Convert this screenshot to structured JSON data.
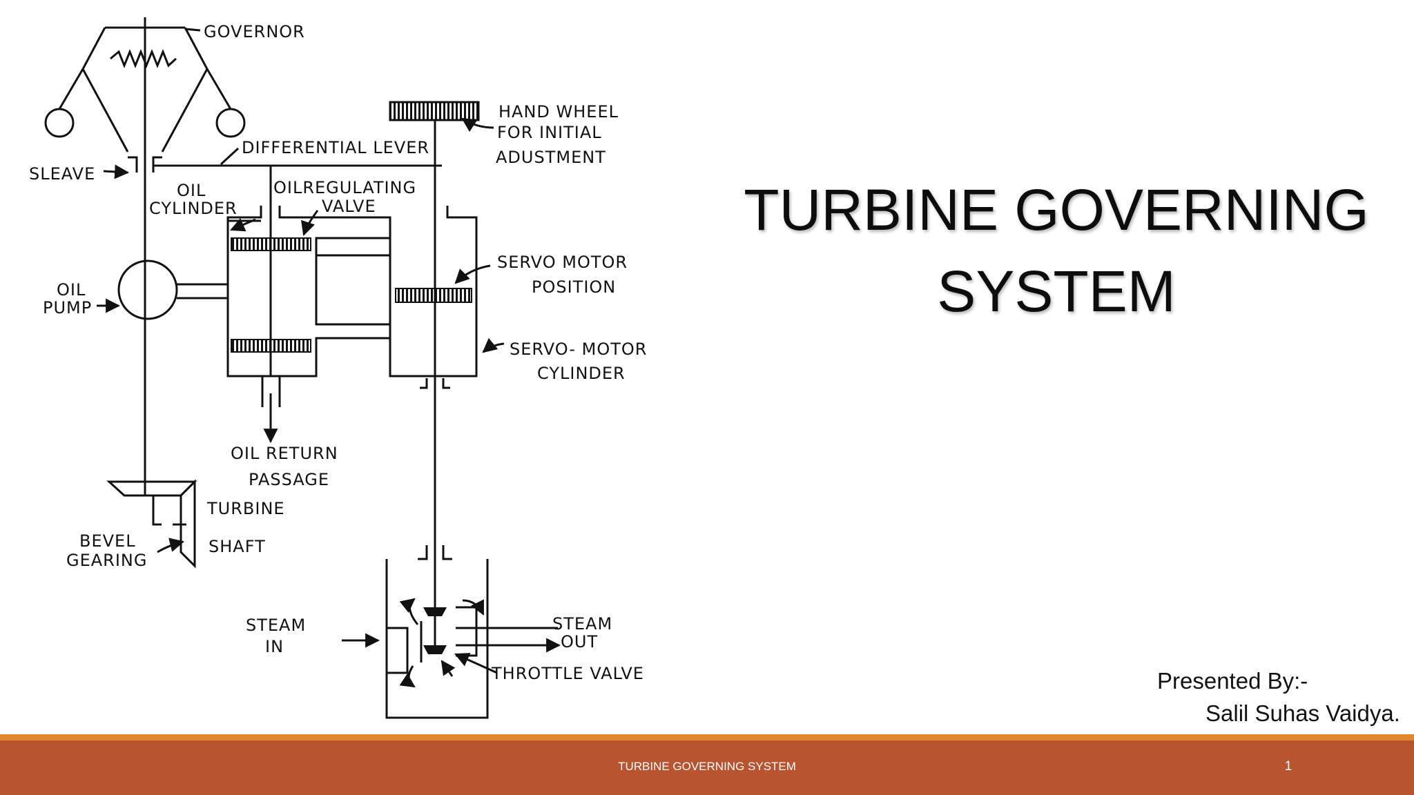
{
  "slide": {
    "title_line1": "TURBINE GOVERNING",
    "title_line2": "SYSTEM",
    "presented_by": "Presented By:-",
    "presenter_name": "Salil Suhas Vaidya.",
    "footer_text": "TURBINE GOVERNING SYSTEM",
    "slide_number": "1"
  },
  "diagram": {
    "labels": {
      "governor": "GOVERNOR",
      "hand_wheel_1": "HAND WHEEL",
      "hand_wheel_2": "FOR INITIAL",
      "hand_wheel_3": "ADUSTMENT",
      "differential_lever": "DIFFERENTIAL LEVER",
      "sleave": "SLEAVE",
      "oil_cylinder_1": "OIL",
      "oil_cylinder_2": "CYLINDER",
      "oil_regulating_1": "OILREGULATING",
      "oil_regulating_2": "VALVE",
      "servo_position_1": "SERVO  MOTOR",
      "servo_position_2": "POSITION",
      "oil_pump_1": "OIL",
      "oil_pump_2": "PUMP",
      "servo_cylinder_1": "SERVO- MOTOR",
      "servo_cylinder_2": "CYLINDER",
      "oil_return_1": "OIL RETURN",
      "oil_return_2": "PASSAGE",
      "turbine": "TURBINE",
      "shaft": "SHAFT",
      "bevel_1": "BEVEL",
      "bevel_2": "GEARING",
      "steam_in_1": "STEAM",
      "steam_in_2": "IN",
      "steam_out_1": "STEAM",
      "steam_out_2": "OUT",
      "throttle_valve": "THROTTLE VALVE"
    }
  },
  "colors": {
    "footer_bar": "#b95431",
    "accent_line": "#e08a2e",
    "title_text": "#0d0d0d"
  }
}
